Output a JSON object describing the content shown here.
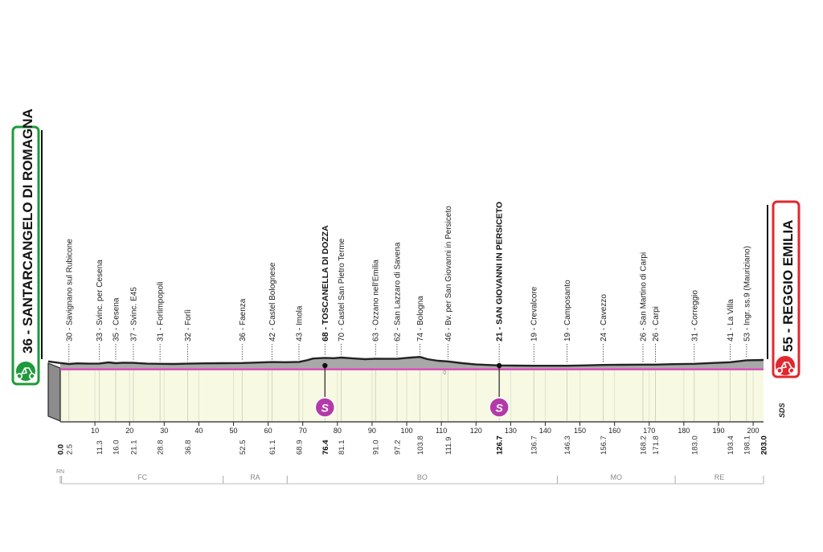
{
  "chart_data": {
    "type": "area",
    "xlabel": "",
    "ylabel": "",
    "xlim": [
      0,
      203.0
    ],
    "grid": true,
    "x_ticks": [
      10,
      20,
      30,
      40,
      50,
      60,
      70,
      80,
      90,
      100,
      110,
      120,
      130,
      140,
      150,
      160,
      170,
      180,
      190,
      200
    ],
    "start": {
      "altitude": "36",
      "name": "SANTARCANGELO DI ROMAGNA",
      "km": "0.0"
    },
    "finish": {
      "altitude": "55",
      "name": "REGGIO EMILIA",
      "km": "203.0"
    },
    "waypoints": [
      {
        "km": 2.5,
        "km_label": "2.5",
        "label": "30 - Savignano sul Rubicone",
        "major": false
      },
      {
        "km": 11.3,
        "km_label": "11.3",
        "label": "33 - Svinc. per Cesena",
        "major": false
      },
      {
        "km": 16.0,
        "km_label": "16.0",
        "label": "35 - Cesena",
        "major": false
      },
      {
        "km": 21.1,
        "km_label": "21.1",
        "label": "37 - Svinc. E45",
        "major": false
      },
      {
        "km": 28.8,
        "km_label": "28.8",
        "label": "31 - Forlimpopoli",
        "major": false
      },
      {
        "km": 36.8,
        "km_label": "36.8",
        "label": "32 - Forlì",
        "major": false
      },
      {
        "km": 52.5,
        "km_label": "52.5",
        "label": "36 - Faenza",
        "major": false
      },
      {
        "km": 61.1,
        "km_label": "61.1",
        "label": "42 - Castel Bolognese",
        "major": false
      },
      {
        "km": 68.9,
        "km_label": "68.9",
        "label": "43 - Imola",
        "major": false
      },
      {
        "km": 76.4,
        "km_label": "76.4",
        "label": "68 - TOSCANELLA DI DOZZA",
        "major": true
      },
      {
        "km": 81.1,
        "km_label": "81.1",
        "label": "70 - Castel San Pietro Terme",
        "major": false
      },
      {
        "km": 91.0,
        "km_label": "91.0",
        "label": "63 - Ozzano nell'Emilia",
        "major": false
      },
      {
        "km": 97.2,
        "km_label": "97.2",
        "label": "62 - San Lazzaro di Savena",
        "major": false
      },
      {
        "km": 103.8,
        "km_label": "103.8",
        "label": "74 - Bologna",
        "major": false
      },
      {
        "km": 111.9,
        "km_label": "111.9",
        "label": "46 - Bv. per San Giovanni in Persiceto",
        "major": false
      },
      {
        "km": 126.7,
        "km_label": "126.7",
        "label": "21 - SAN GIOVANNI IN PERSICETO",
        "major": true
      },
      {
        "km": 136.7,
        "km_label": "136.7",
        "label": "19 - Crevalcore",
        "major": false
      },
      {
        "km": 146.3,
        "km_label": "146.3",
        "label": "19 - Camposanto",
        "major": false
      },
      {
        "km": 156.7,
        "km_label": "156.7",
        "label": "24 - Cavezzo",
        "major": false
      },
      {
        "km": 168.2,
        "km_label": "168.2",
        "label": "26 - San Martino di Carpi",
        "major": false
      },
      {
        "km": 171.8,
        "km_label": "171.8",
        "label": "26 - Carpi",
        "major": false
      },
      {
        "km": 183.0,
        "km_label": "183.0",
        "label": "31 - Correggio",
        "major": false
      },
      {
        "km": 193.4,
        "km_label": "193.4",
        "label": "41 - La Villa",
        "major": false
      },
      {
        "km": 198.1,
        "km_label": "198.1",
        "label": "53 - Ingr. ss.9 (Mauriziano)",
        "major": false
      }
    ],
    "elevation_profile": {
      "x": [
        0,
        2.5,
        5,
        8,
        11.3,
        14,
        16.0,
        18,
        21.1,
        25,
        28.8,
        33,
        36.8,
        42,
        47,
        52.5,
        57,
        61.1,
        65,
        68.9,
        71,
        73,
        76.4,
        79,
        81.1,
        85,
        88,
        91.0,
        94,
        97.2,
        100,
        103.8,
        106,
        109,
        111.9,
        116,
        120,
        126.7,
        131,
        136.7,
        141,
        146.3,
        151,
        156.7,
        162,
        168.2,
        171.8,
        177,
        183.0,
        188,
        193.4,
        198.1,
        203.0
      ],
      "y": [
        36,
        30,
        34,
        32,
        33,
        40,
        35,
        38,
        37,
        32,
        31,
        30,
        32,
        34,
        35,
        36,
        39,
        42,
        41,
        43,
        52,
        64,
        68,
        66,
        70,
        64,
        60,
        63,
        62,
        62,
        68,
        74,
        60,
        50,
        46,
        35,
        27,
        21,
        20,
        19,
        19,
        19,
        21,
        24,
        25,
        26,
        26,
        29,
        31,
        36,
        41,
        53,
        55
      ]
    },
    "sprints": [
      {
        "km": 76.4,
        "symbol": "S"
      },
      {
        "km": 126.7,
        "symbol": "S"
      }
    ],
    "provinces": [
      {
        "code": "RN",
        "from": 0,
        "to": 0.4
      },
      {
        "code": "FC",
        "from": 0.4,
        "to": 47
      },
      {
        "code": "RA",
        "from": 47,
        "to": 65.5
      },
      {
        "code": "BO",
        "from": 65.5,
        "to": 143.5
      },
      {
        "code": "MO",
        "from": 143.5,
        "to": 177.5
      },
      {
        "code": "RE",
        "from": 177.5,
        "to": 203.0
      }
    ],
    "zero_marker": "0",
    "publisher_mark": "SDS",
    "colors": {
      "profile_fill": "#a8a8a8",
      "profile_top": "#222222",
      "route_line": "#e63fbf",
      "base_fill": "#f7f9e2",
      "grid": "#e2e2d4",
      "start_border": "#1f9a3a",
      "start_fill": "#1f9a3a",
      "finish_border": "#e0282e",
      "finish_fill": "#e0282e",
      "sprint": "#b43aa8"
    }
  }
}
